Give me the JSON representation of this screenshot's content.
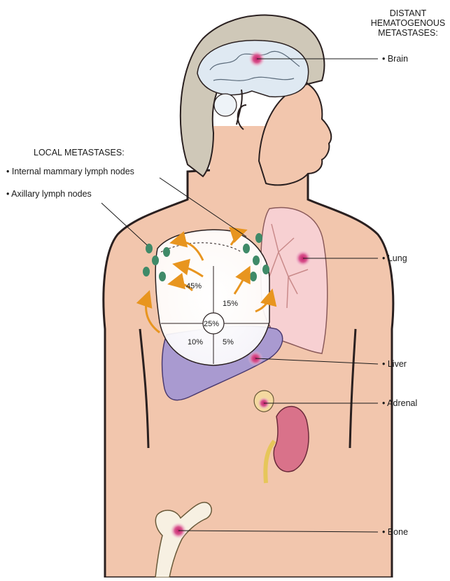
{
  "distant_header": [
    "DISTANT",
    "HEMATOGENOUS",
    "METASTASES:"
  ],
  "local_header": "LOCAL METASTASES:",
  "local_items": [
    {
      "label": "• Internal mammary lymph nodes"
    },
    {
      "label": "• Axillary lymph nodes"
    }
  ],
  "distant_items": [
    {
      "label": "• Brain"
    },
    {
      "label": "• Lung"
    },
    {
      "label": "• Liver"
    },
    {
      "label": "• Adrenal"
    },
    {
      "label": "• Bone"
    }
  ],
  "quadrants": [
    "45%",
    "15%",
    "25%",
    "10%",
    "5%"
  ],
  "colors": {
    "skin": "#f2c6ad",
    "skin_outline": "#2a2020",
    "hair": "#cfc8b8",
    "brain": "#dfe9f2",
    "lung": "#f7d0d2",
    "liver": "#a99ad0",
    "kidney": "#d9728a",
    "lymph_node": "#3f8a68",
    "arrow": "#e8951f",
    "metastasis": "#c21f6a",
    "bone": "#f7f0e2"
  }
}
